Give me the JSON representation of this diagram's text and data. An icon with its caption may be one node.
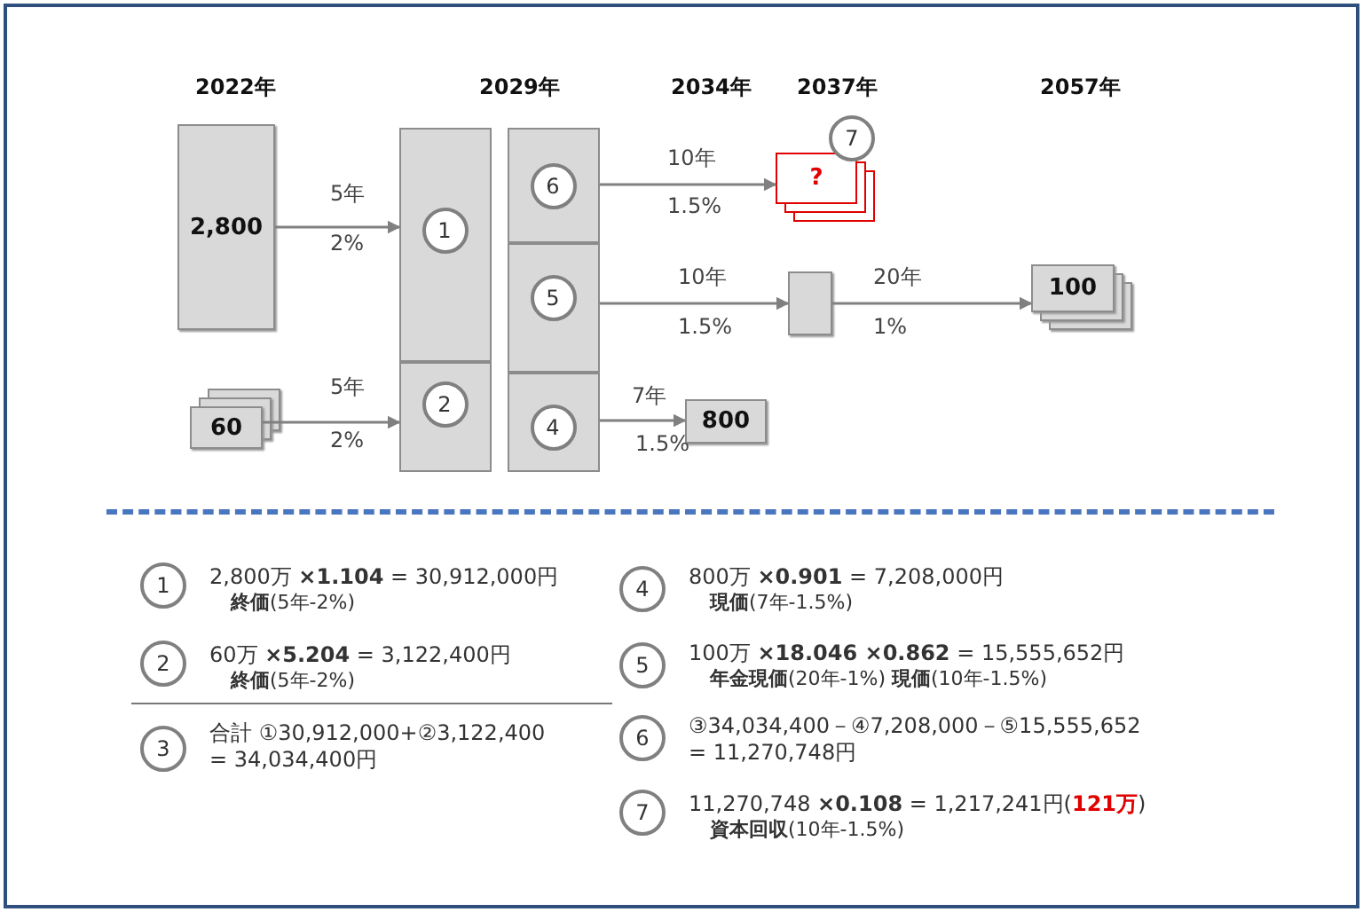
{
  "diagram": {
    "nodes": [
      {
        "text": [
          "2,800"
        ]
      },
      {
        "text": [
          "60"
        ]
      },
      {
        "text": [],
        "shape": "box"
      },
      {
        "text": [
          "1"
        ],
        "in": 2
      },
      {
        "text": [],
        "shape": "box"
      },
      {
        "text": [
          "2"
        ],
        "in": 4
      },
      {
        "text": [],
        "shape": "box"
      },
      {
        "text": [
          "6"
        ],
        "in": 6
      },
      {
        "text": [],
        "shape": "box"
      },
      {
        "text": [
          "5"
        ],
        "in": 8
      },
      {
        "text": [],
        "shape": "box"
      },
      {
        "text": [
          "4"
        ],
        "in": 10
      },
      {
        "text": [
          "?"
        ]
      },
      {
        "text": [
          "7"
        ]
      },
      {
        "text": [],
        "shape": "box"
      },
      {
        "text": [
          "100"
        ]
      },
      {
        "text": [
          "800"
        ]
      },
      {
        "text": [
          "1"
        ],
        "beside": [
          "2,800万 **×1.104** = 30,912,000円",
          "**終価**(5年-2%)"
        ]
      },
      {
        "text": [
          "2"
        ],
        "beside": [
          "60万 **×5.204** = 3,122,400円",
          "**終価**(5年-2%)"
        ]
      },
      {
        "text": [
          "3"
        ],
        "beside": [
          "合計 ①30,912,000+②3,122,400 = 34,034,400円"
        ]
      },
      {
        "text": [
          "4"
        ],
        "beside": [
          "800万 **×0.901** = 7,208,000円",
          "**現価**(7年-1.5%)"
        ]
      },
      {
        "text": [
          "5"
        ],
        "beside": [
          "100万 **×18.046 ×0.862** = 15,555,652円",
          "**年金現価**(20年-1%) **現価**(10年-1.5%)"
        ]
      },
      {
        "text": [
          "6"
        ],
        "beside": [
          "③34,034,400－④7,208,000－⑤15,555,652 = 11,270,748円"
        ]
      },
      {
        "text": [
          "7"
        ],
        "beside": [
          "11,270,748 **×0.108** = 1,217,241円(**121万**)",
          "**資本回収**(10年-1.5%)"
        ]
      }
    ],
    "edges": [
      {
        "from": 0,
        "to": 2,
        "arrow": "to",
        "label": "5年"
      },
      {
        "from": 1,
        "to": 4,
        "arrow": "to",
        "label": "5年"
      },
      {
        "from": 6,
        "to": 12,
        "arrow": "to",
        "label": "10年"
      },
      {
        "from": 8,
        "to": 14,
        "arrow": "to",
        "label": "10年"
      },
      {
        "from": 14,
        "to": 15,
        "arrow": "to",
        "label": "20年"
      },
      {
        "from": 10,
        "to": 16,
        "arrow": "to",
        "label": "7年"
      }
    ],
    "labels": [
      "2022年",
      "2029年",
      "2034年",
      "2037年",
      "2057年",
      "2%",
      "2%",
      "1.5%",
      "1.5%",
      "1%",
      "1.5%"
    ]
  }
}
